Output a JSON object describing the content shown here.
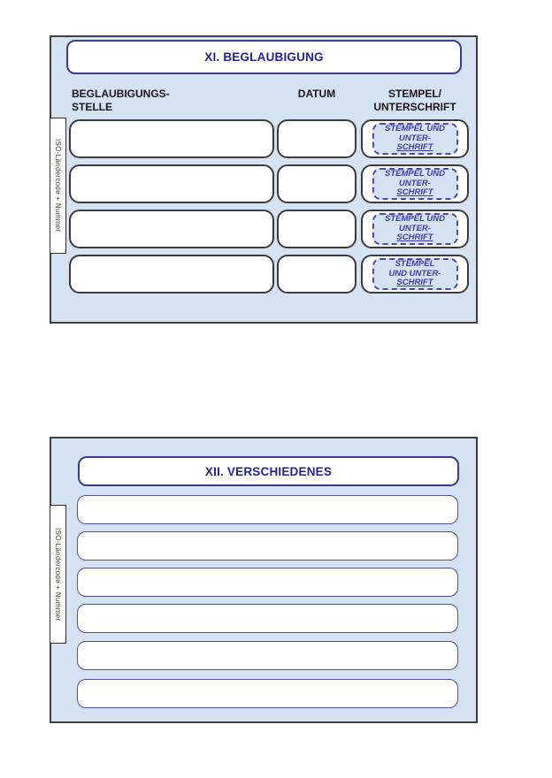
{
  "colors": {
    "section_background": "#d4e2f2",
    "section_border": "#3f3f42",
    "title_text": "#22229b",
    "title_box_border": "#3a3a94",
    "header_text": "#17171c",
    "dark_row_border": "#3b3b3e",
    "blue_row_border": "#50549f",
    "stamp_dash_border": "#4949ae",
    "stamp_text": "#3b3ba6"
  },
  "certification": {
    "title": "XI. BEGLAUBIGUNG",
    "side_tab_label": "ISO-Ländercode + Nummer",
    "column_headers": {
      "authority": "BEGLAUBIGUNGS-\nSTELLE",
      "date": "DATUM",
      "stamp": "STEMPEL/\nUNTERSCHRIFT"
    },
    "rows": [
      {
        "authority_value": "",
        "date_value": "",
        "stamp_placeholder": {
          "line1": "STEMPEL UND",
          "line2": "UNTER-",
          "line3": "SCHRIFT"
        }
      },
      {
        "authority_value": "",
        "date_value": "",
        "stamp_placeholder": {
          "line1": "STEMPEL UND",
          "line2": "UNTER-",
          "line3": "SCHRIFT"
        }
      },
      {
        "authority_value": "",
        "date_value": "",
        "stamp_placeholder": {
          "line1": "STEMPEL UND",
          "line2": "UNTER-",
          "line3": "SCHRIFT"
        }
      },
      {
        "authority_value": "",
        "date_value": "",
        "stamp_placeholder": {
          "line1": "STEMPEL",
          "line2": "UND UNTER-",
          "line3": "SCHRIFT"
        }
      }
    ]
  },
  "miscellaneous": {
    "title": "XII. VERSCHIEDENES",
    "side_tab_label": "ISO-Ländercode + Nummer",
    "empty_row_count": 6,
    "rows": [
      {
        "value": ""
      },
      {
        "value": ""
      },
      {
        "value": ""
      },
      {
        "value": ""
      },
      {
        "value": ""
      },
      {
        "value": ""
      }
    ]
  }
}
